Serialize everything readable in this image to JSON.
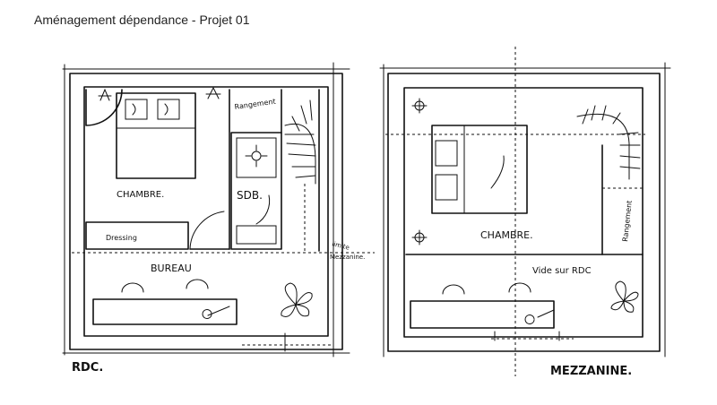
{
  "header": {
    "title": "Aménagement dépendance - Projet 01"
  },
  "rdc": {
    "plan_label": "RDC.",
    "rooms": {
      "chambre": "CHAMBRE.",
      "sdb": "SDB.",
      "rangement": "Rangement",
      "dressing": "Dressing",
      "bureau": "BUREAU"
    },
    "limit_note_line1": "limite",
    "limit_note_line2": "Mezzanine."
  },
  "mezzanine": {
    "plan_label": "MEZZANINE.",
    "rooms": {
      "chambre": "CHAMBRE.",
      "rangement": "Rangement",
      "vide": "Vide sur RDC"
    }
  }
}
